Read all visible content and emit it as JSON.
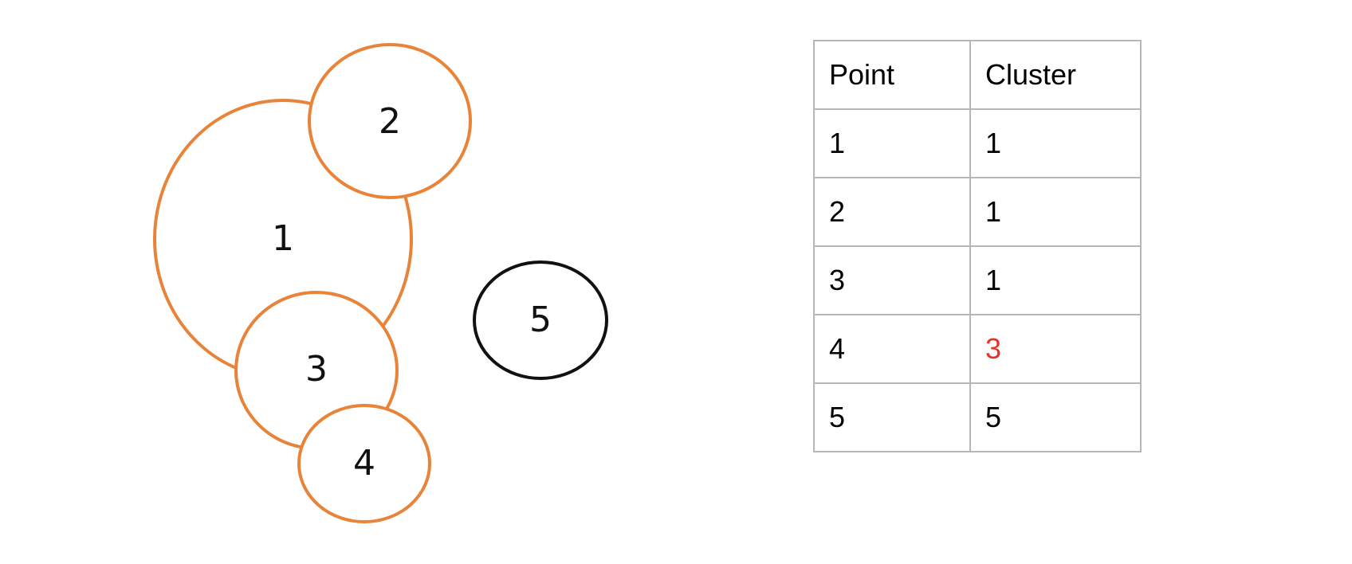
{
  "colors": {
    "orange_node": "#e8843a",
    "black_node": "#111111",
    "highlight_text": "#e6332a",
    "grid_line": "#b7b7b7"
  },
  "nodes": [
    {
      "id": 1,
      "label": "1",
      "style": "orange"
    },
    {
      "id": 2,
      "label": "2",
      "style": "orange"
    },
    {
      "id": 3,
      "label": "3",
      "style": "orange"
    },
    {
      "id": 4,
      "label": "4",
      "style": "orange"
    },
    {
      "id": 5,
      "label": "5",
      "style": "black"
    }
  ],
  "table": {
    "headers": [
      "Point",
      "Cluster"
    ],
    "rows": [
      {
        "point": "1",
        "cluster": "1",
        "highlight": false
      },
      {
        "point": "2",
        "cluster": "1",
        "highlight": false
      },
      {
        "point": "3",
        "cluster": "1",
        "highlight": false
      },
      {
        "point": "4",
        "cluster": "3",
        "highlight": true
      },
      {
        "point": "5",
        "cluster": "5",
        "highlight": false
      }
    ]
  }
}
